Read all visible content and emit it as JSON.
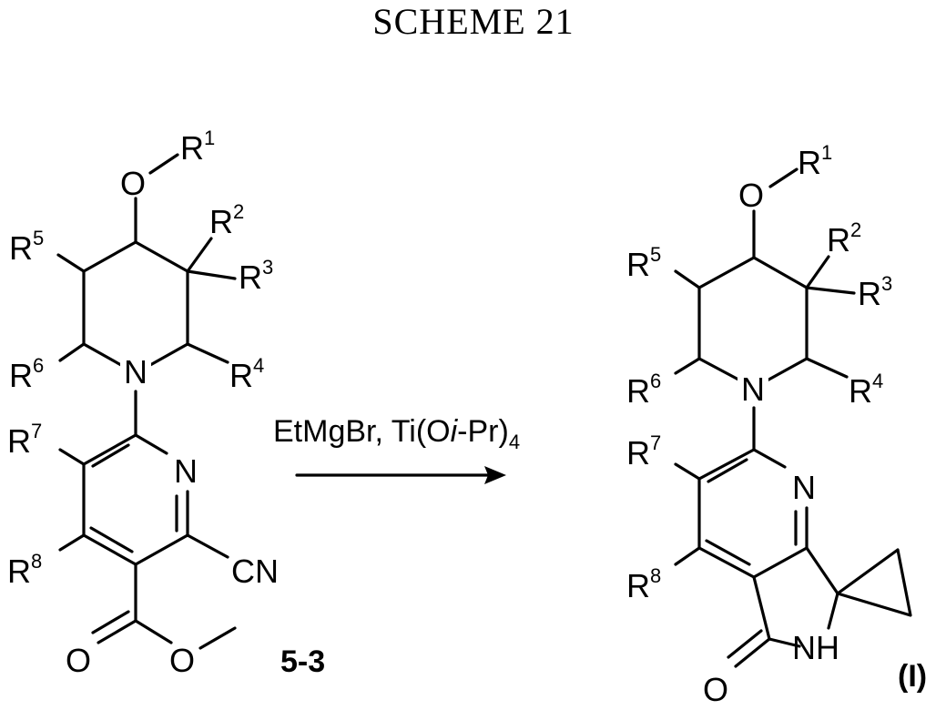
{
  "title": "SCHEME 21",
  "reagents": {
    "main": "EtMgBr, Ti(O",
    "italic": "i",
    "rest": "-Pr)",
    "sub": "4"
  },
  "reactant": {
    "label": "5-3",
    "atoms": {
      "O": "O",
      "N": "N",
      "R": "R",
      "CN": "CN",
      "N_ring": "N"
    },
    "groups": {
      "R1": "1",
      "R2": "2",
      "R3": "3",
      "R4": "4",
      "R5": "5",
      "R6": "6",
      "R7": "7",
      "R8": "8"
    }
  },
  "product": {
    "label": "(I)",
    "atoms": {
      "O": "O",
      "N": "N",
      "R": "R",
      "NH": "NH",
      "N_ring": "N"
    },
    "groups": {
      "R1": "1",
      "R2": "2",
      "R3": "3",
      "R4": "4",
      "R5": "5",
      "R6": "6",
      "R7": "7",
      "R8": "8"
    }
  }
}
